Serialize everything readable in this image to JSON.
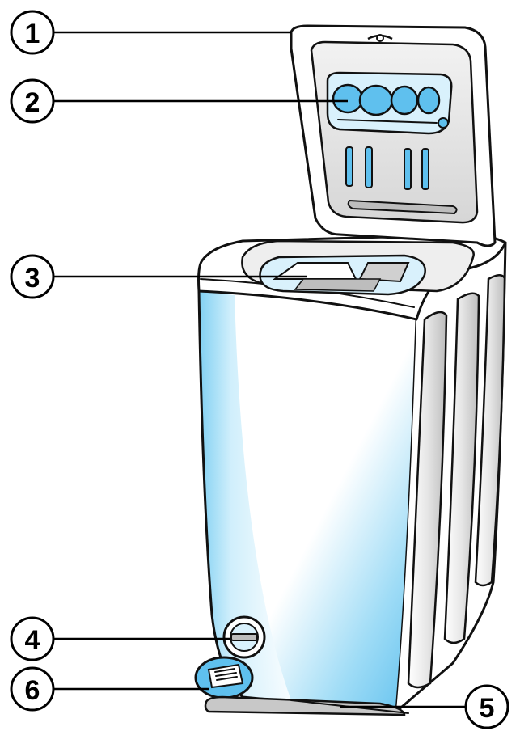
{
  "colors": {
    "accent_blue": "#5fc0ee",
    "light_blue": "#d9f1fc",
    "panel_grey": "#d4d4d4",
    "outline": "#111111"
  },
  "callouts": [
    {
      "id": "1",
      "label": "1",
      "part": "lid"
    },
    {
      "id": "2",
      "label": "2",
      "part": "detergent-dispenser"
    },
    {
      "id": "3",
      "label": "3",
      "part": "drum-opening"
    },
    {
      "id": "4",
      "label": "4",
      "part": "filter-cap"
    },
    {
      "id": "5",
      "label": "5",
      "part": "base-support"
    },
    {
      "id": "6",
      "label": "6",
      "part": "rating-plate"
    }
  ]
}
